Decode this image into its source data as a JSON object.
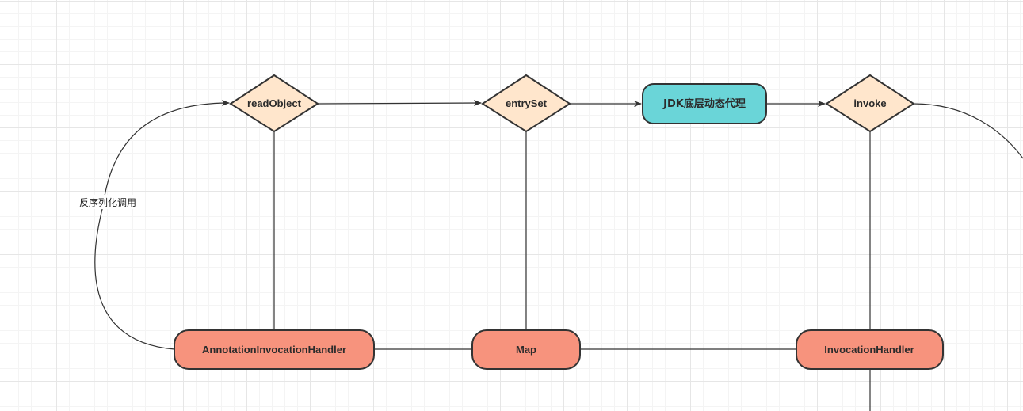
{
  "colors": {
    "diamond_fill": "#ffe6cc",
    "process_fill": "#f7937d",
    "jdk_fill": "#6ad5d8",
    "stroke": "#333333"
  },
  "nodes": {
    "readObject": "readObject",
    "entrySet": "entrySet",
    "jdkProxy": "JDK底层动态代理",
    "invoke": "invoke",
    "annotationHandler": "AnnotationInvocationHandler",
    "map": "Map",
    "invocationHandler": "InvocationHandler"
  },
  "edges": {
    "deserializeLabel": "反序列化调用"
  }
}
